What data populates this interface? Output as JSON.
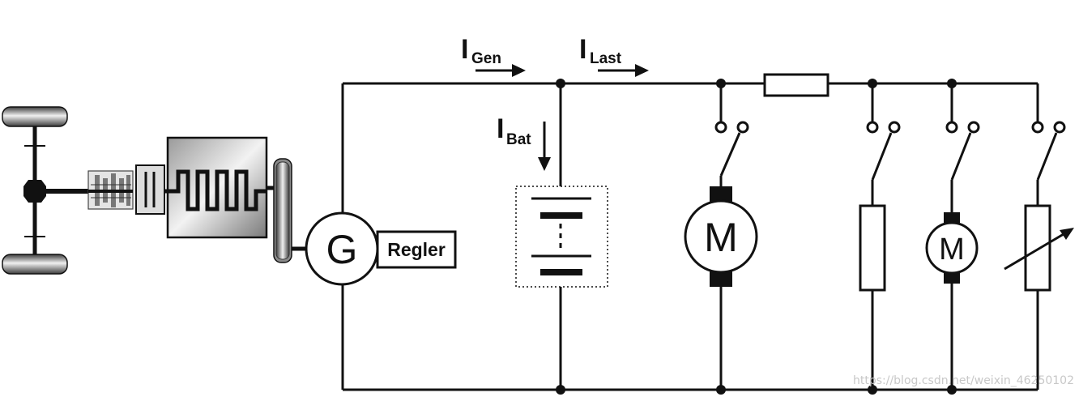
{
  "labels": {
    "i_gen_main": "I",
    "i_gen_sub": "Gen",
    "i_last_main": "I",
    "i_last_sub": "Last",
    "i_bat_main": "I",
    "i_bat_sub": "Bat",
    "generator": "G",
    "regulator": "Regler",
    "motor_large": "M",
    "motor_small": "M"
  },
  "watermark": "https://blog.csdn.net/weixin_46250102",
  "colors": {
    "line": "#111111",
    "metal_dark": "#4a4a4a",
    "metal_light": "#e2e2e2"
  }
}
